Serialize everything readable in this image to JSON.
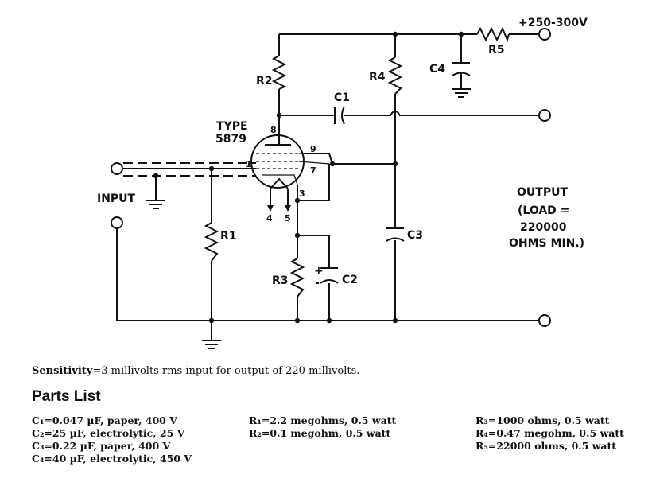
{
  "schematic": {
    "tube_type": "TYPE",
    "tube_number": "5879",
    "supply_label": "+250-300V",
    "input_label": "INPUT",
    "output_label": [
      "OUTPUT",
      "(LOAD =",
      "220000",
      "OHMS MIN.)"
    ],
    "components": {
      "r1": "R1",
      "r2": "R2",
      "r3": "R3",
      "r4": "R4",
      "r5": "R5",
      "c1": "C1",
      "c2": "C2",
      "c3": "C3",
      "c4": "C4"
    },
    "pins": {
      "p8": "8",
      "p9": "9",
      "p1": "1",
      "p7": "7",
      "p3": "3",
      "p4": "4",
      "p5": "5"
    },
    "polarity": {
      "plus": "+",
      "minus": "-"
    }
  },
  "sensitivity": {
    "label": "Sensitivity",
    "text": "=3 millivolts rms input for output of 220 millivolts."
  },
  "parts_list": {
    "title": "Parts List",
    "columns": [
      [
        "C₁=0.047 µF, paper, 400 V",
        "C₂=25 µF, electrolytic, 25 V",
        "C₃=0.22 µF, paper, 400 V",
        "C₄=40 µF, electrolytic, 450 V"
      ],
      [
        "R₁=2.2 megohms, 0.5 watt",
        "R₂=0.1 megohm, 0.5 watt"
      ],
      [
        "R₃=1000 ohms, 0.5 watt",
        "R₄=0.47 megohm, 0.5 watt",
        "R₅=22000 ohms, 0.5 watt"
      ]
    ]
  }
}
